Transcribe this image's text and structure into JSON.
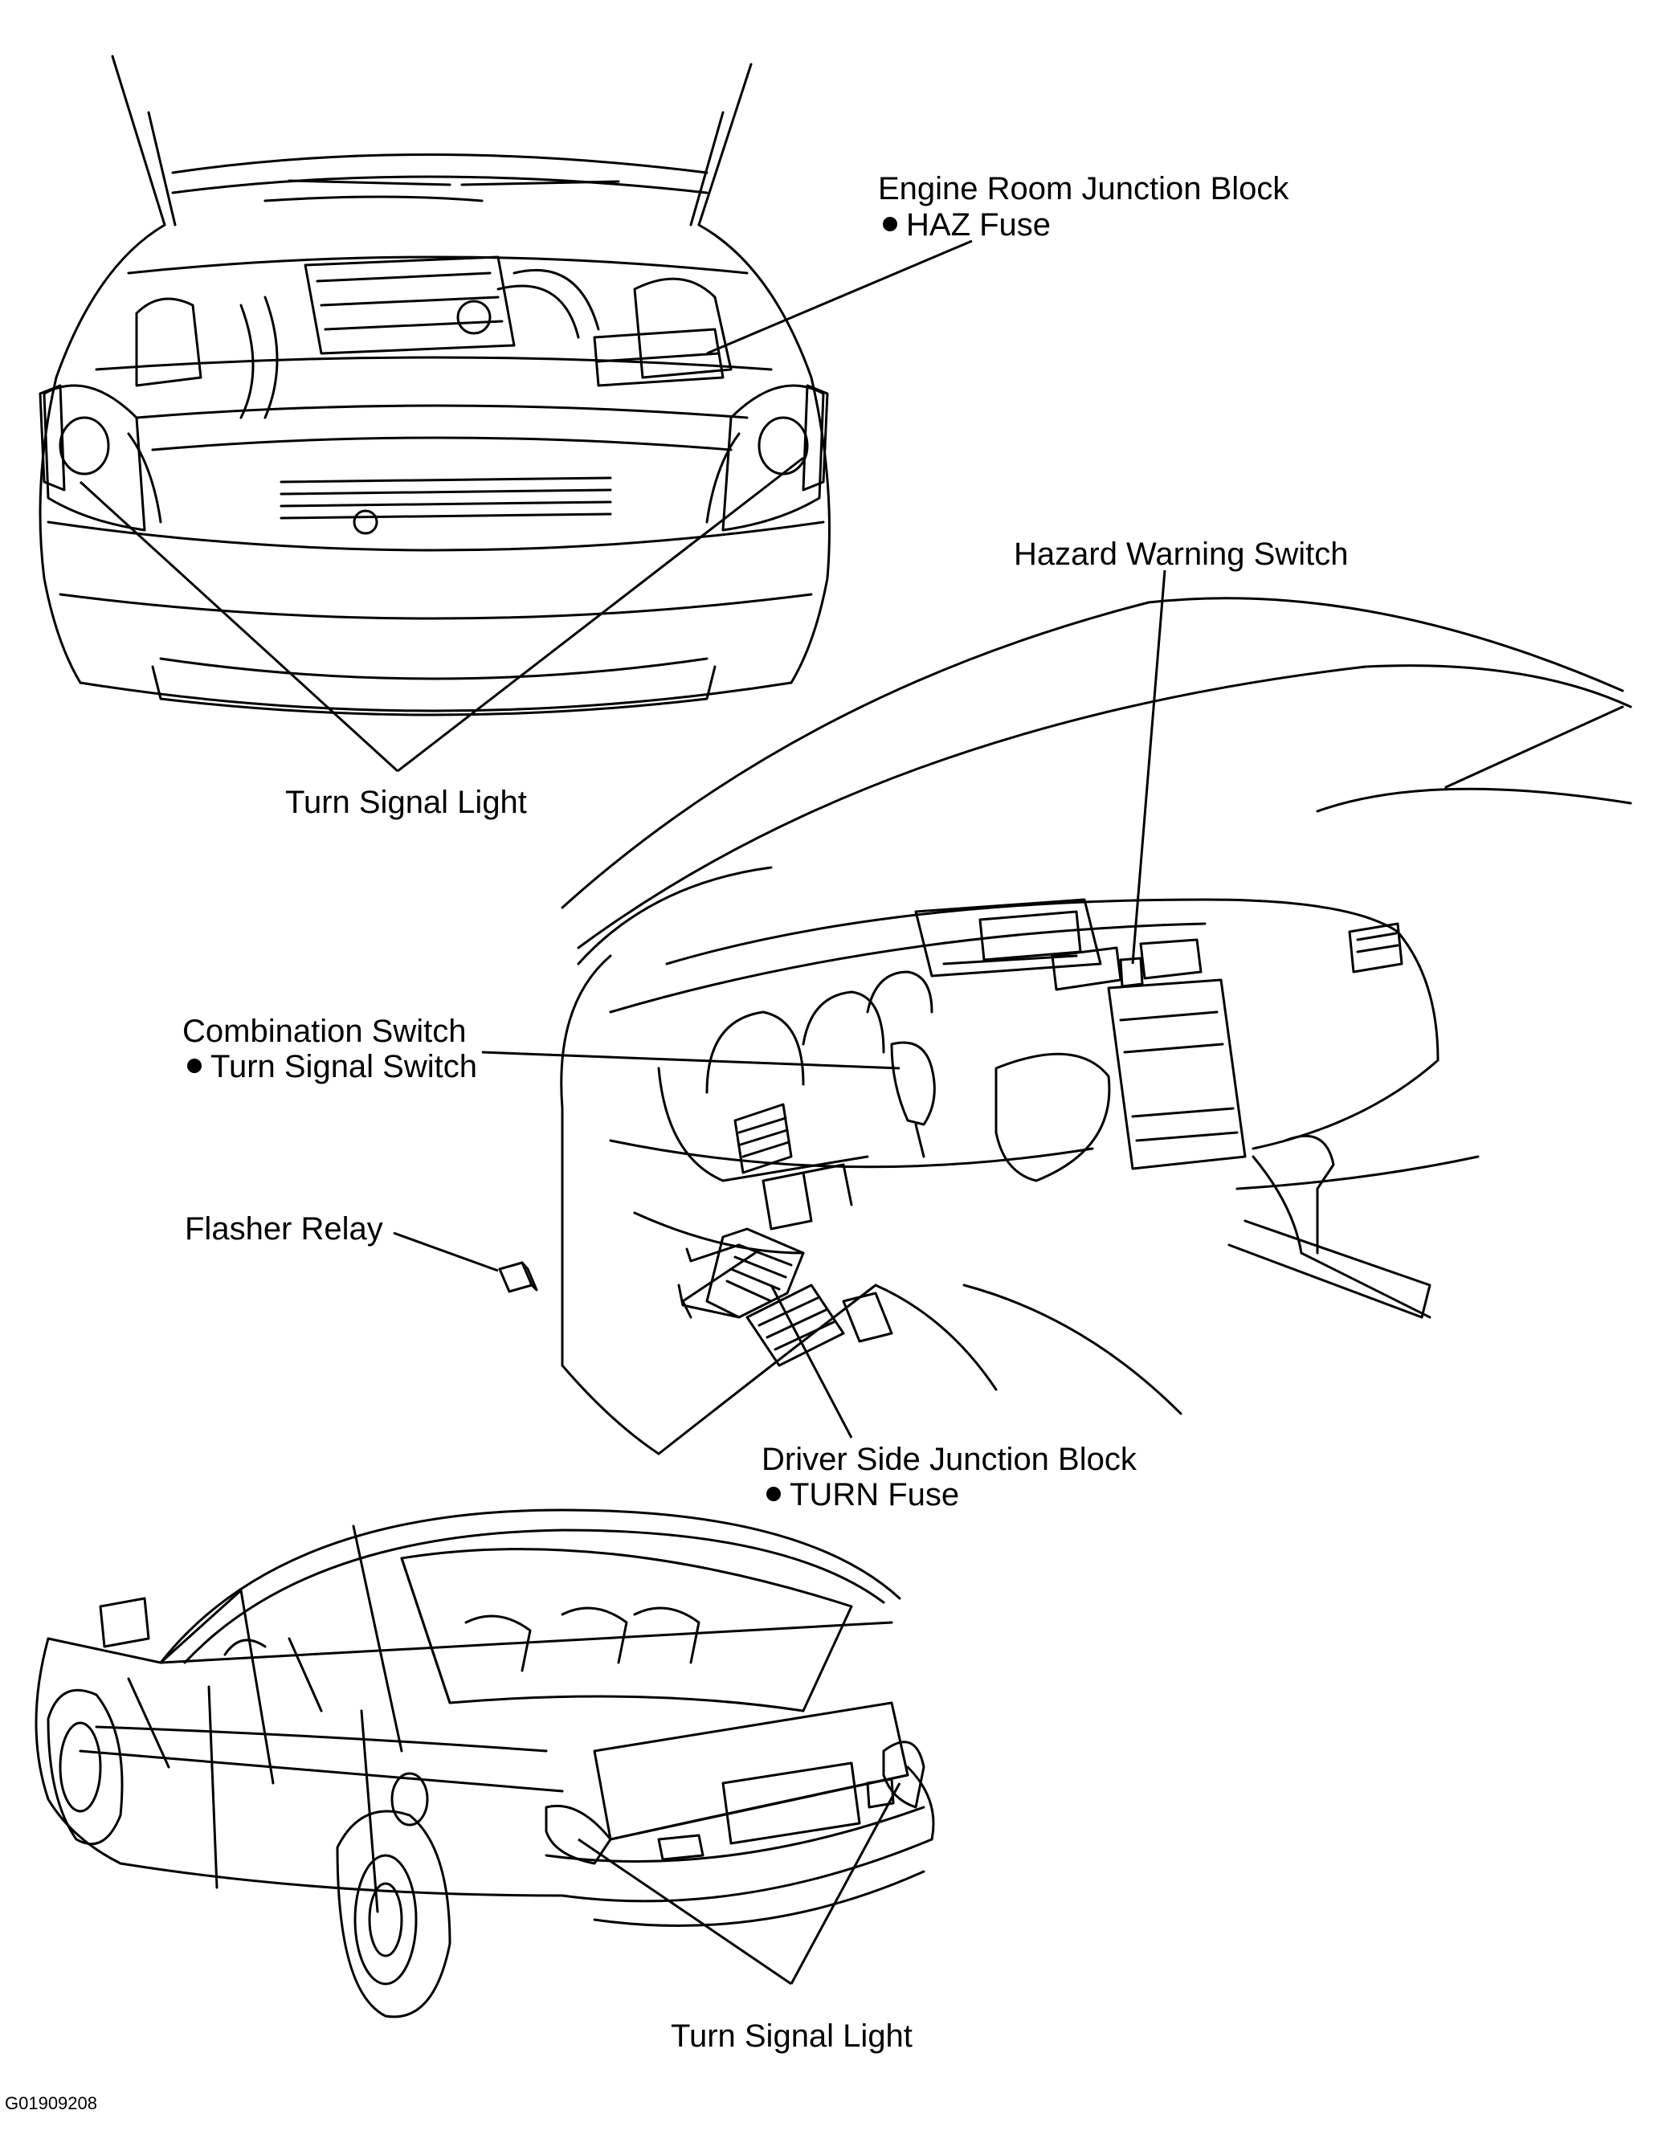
{
  "labels": {
    "engine_room_junction_block": "Engine Room Junction Block",
    "haz_fuse": "HAZ Fuse",
    "hazard_warning_switch": "Hazard Warning Switch",
    "turn_signal_light_front": "Turn Signal Light",
    "combination_switch": "Combination Switch",
    "turn_signal_switch": "Turn Signal Switch",
    "flasher_relay": "Flasher Relay",
    "driver_side_junction_block": "Driver Side Junction Block",
    "turn_fuse": "TURN Fuse",
    "turn_signal_light_rear": "Turn Signal Light"
  },
  "figure_code": "G01909208",
  "colors": {
    "line": "#000000",
    "background": "#ffffff"
  }
}
